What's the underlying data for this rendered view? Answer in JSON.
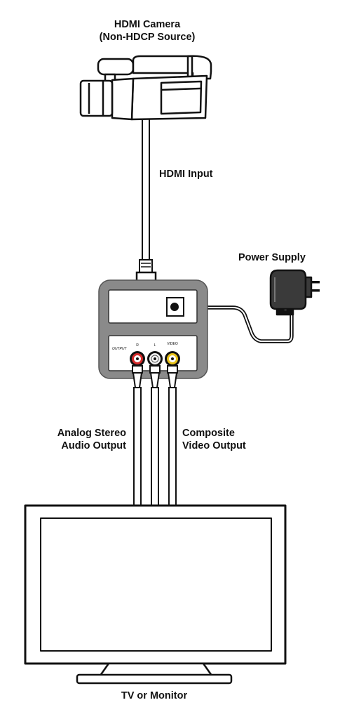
{
  "labels": {
    "camera_line1": "HDMI Camera",
    "camera_line2": "(Non-HDCP Source)",
    "hdmi_input": "HDMI Input",
    "power_supply": "Power Supply",
    "audio_line1": "Analog Stereo",
    "audio_line2": "Audio Output",
    "video_line1": "Composite",
    "video_line2": "Video Output",
    "tv": "TV or Monitor"
  },
  "device_panel": {
    "output_label": "OUTPUT",
    "port_r": "R",
    "port_l": "L",
    "port_video": "VIDEO"
  },
  "colors": {
    "device_body": "#8a8a8a",
    "port_red": "#d42a2a",
    "port_white": "#f2f2f2",
    "port_yellow": "#e8c21a",
    "outline": "#111111"
  }
}
